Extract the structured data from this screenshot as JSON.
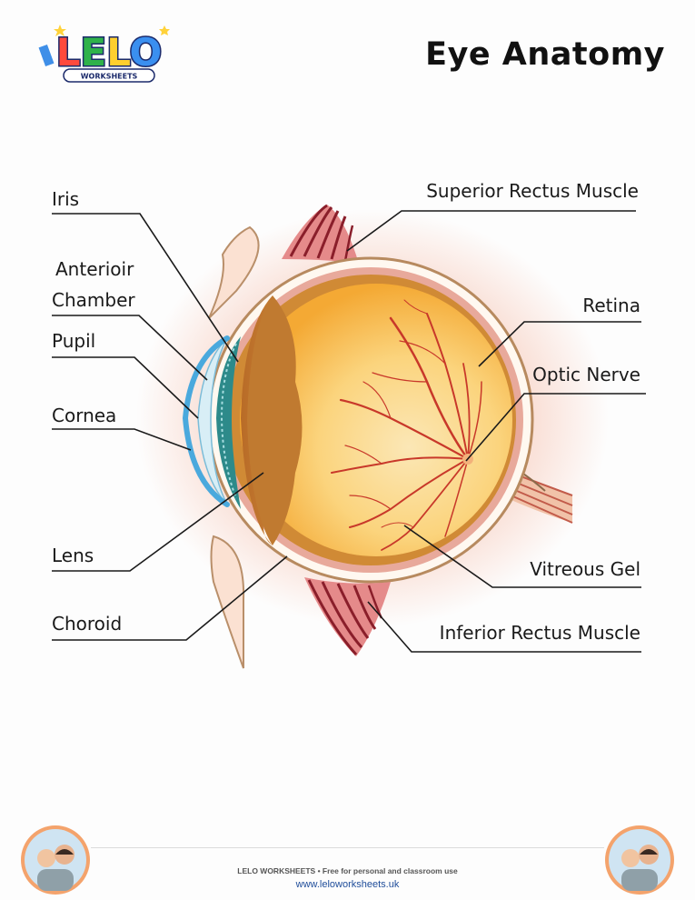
{
  "logo": {
    "main_text": "LELO",
    "sub_text": "WORKSHEETS"
  },
  "title": "Eye Anatomy",
  "labels": {
    "iris": "Iris",
    "anterior_1": "Anterioir",
    "anterior_2": "Chamber",
    "pupil": "Pupil",
    "cornea": "Cornea",
    "lens": "Lens",
    "choroid": "Choroid",
    "superior": "Superior Rectus Muscle",
    "retina": "Retina",
    "optic": "Optic  Nerve",
    "vitreous": "Vitreous Gel",
    "inferior": "Inferior Rectus Muscle"
  },
  "footer": {
    "text": "LELO WORKSHEETS  •  Free for personal and classroom use",
    "url": "www.leloworksheets.uk"
  }
}
